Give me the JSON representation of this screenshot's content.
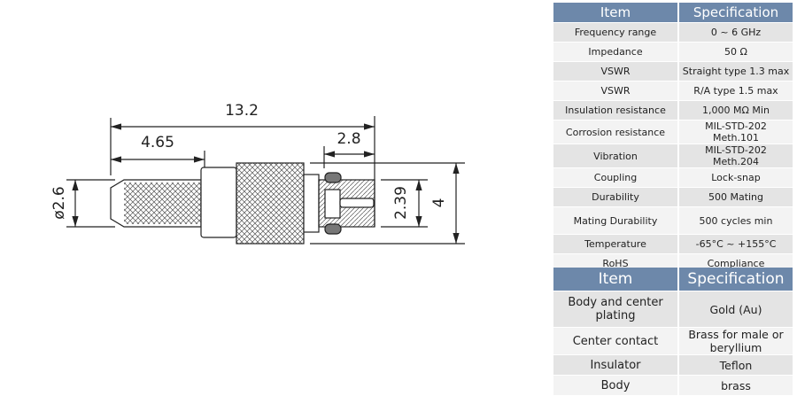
{
  "drawing": {
    "dims": {
      "overall": "13.2",
      "rod_length": "4.65",
      "tip_length": "2.8",
      "rod_diameter": "ø2.6",
      "inner": "2.39",
      "outer": "4"
    }
  },
  "electrical_table": {
    "headers": [
      "Item",
      "Specification"
    ],
    "rows": [
      [
        "Frequency range",
        "0 ~ 6 GHz"
      ],
      [
        "Impedance",
        "50 Ω"
      ],
      [
        "VSWR",
        "Straight type 1.3 max"
      ],
      [
        "VSWR",
        "R/A type 1.5 max"
      ],
      [
        "Insulation resistance",
        "1,000 MΩ Min"
      ],
      [
        "Corrosion resistance",
        "MIL-STD-202 Meth.101"
      ],
      [
        "Vibration",
        "MIL-STD-202 Meth.204"
      ],
      [
        "Coupling",
        "Lock-snap"
      ],
      [
        "Durability",
        "500 Mating"
      ],
      [
        "Mating Durability",
        "500 cycles min"
      ],
      [
        "Temperature",
        "-65°C ~ +155°C"
      ],
      [
        "RoHS",
        "Compliance"
      ]
    ]
  },
  "material_table": {
    "headers": [
      "Item",
      "Specification"
    ],
    "rows": [
      [
        "Body and center plating",
        "Gold (Au)"
      ],
      [
        "Center contact",
        "Brass for male or beryllium"
      ],
      [
        "Insulator",
        "Teflon"
      ],
      [
        "Body",
        "brass"
      ]
    ]
  },
  "colors": {
    "header": "#6d88aa",
    "row_odd": "#e4e4e4",
    "row_even": "#f3f3f3"
  }
}
